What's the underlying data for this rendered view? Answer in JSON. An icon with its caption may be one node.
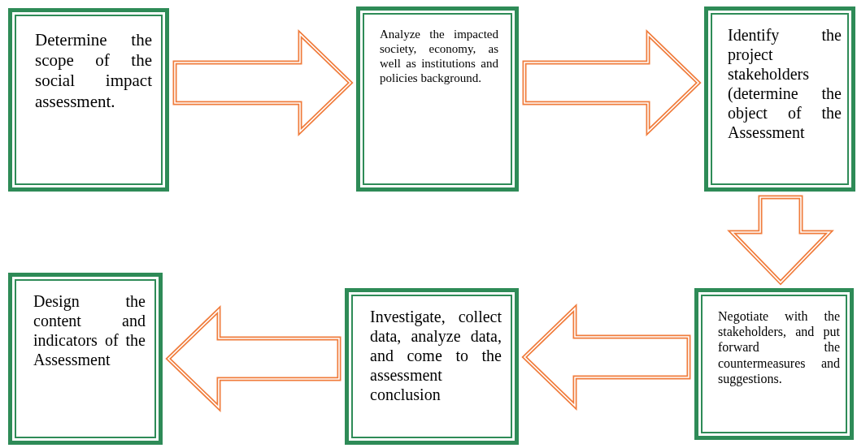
{
  "diagram": {
    "nodes": [
      {
        "text": [
          "Determine the scope of the social impact assessment."
        ]
      },
      {
        "text": [
          "Analyze the impacted society, economy, as well as institutions and policies background."
        ]
      },
      {
        "text": [
          "Identify the project stakeholders (determine the object of the Assessment"
        ]
      },
      {
        "text": [
          "Negotiate with the stakeholders, and put forward the countermeasures and suggestions."
        ]
      },
      {
        "text": [
          "Investigate, collect data, analyze data, and come to the assessment conclusion"
        ]
      },
      {
        "text": [
          "Design the content and indicators of the Assessment"
        ]
      }
    ],
    "edges": [
      {
        "from": 0,
        "to": 1,
        "arrow": "to"
      },
      {
        "from": 1,
        "to": 2,
        "arrow": "to"
      },
      {
        "from": 2,
        "to": 3,
        "arrow": "to"
      },
      {
        "from": 3,
        "to": 4,
        "arrow": "to"
      },
      {
        "from": 4,
        "to": 5,
        "arrow": "to"
      }
    ]
  }
}
